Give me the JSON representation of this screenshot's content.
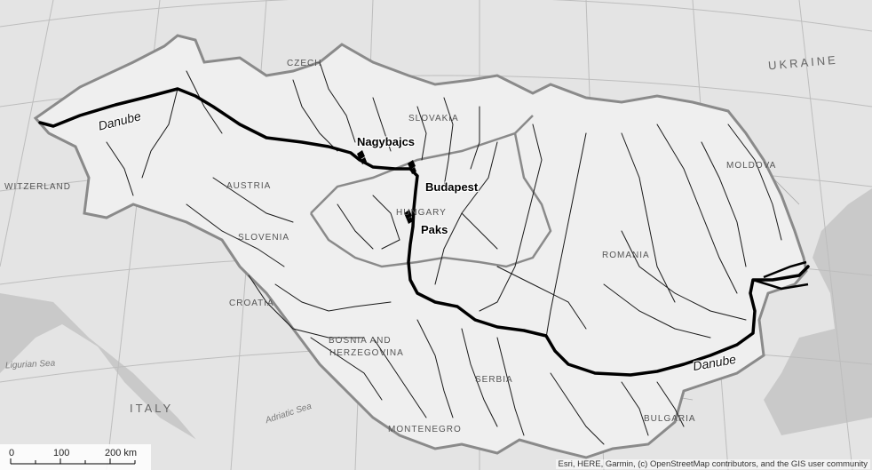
{
  "map": {
    "countries": {
      "czech": "CZECH",
      "ukraine": "UKRAINE",
      "slovakia": "SLOVAKIA",
      "switzerland": "WITZERLAND",
      "austria": "AUSTRIA",
      "hungary": "HUNGARY",
      "moldova": "MOLDOVA",
      "slovenia": "SLOVENIA",
      "romania": "ROMANIA",
      "croatia": "CROATIA",
      "bosnia_1": "BOSNIA AND",
      "bosnia_2": "HERZEGOVINA",
      "italy": "ITALY",
      "serbia": "SERBIA",
      "bulgaria": "BULGARIA",
      "montenegro": "MONTENEGRO"
    },
    "seas": {
      "ligurian": "Ligurian Sea",
      "adriatic": "Adriatic Sea"
    },
    "cities": {
      "nagybajcs": "Nagybajcs",
      "budapest": "Budapest",
      "paks": "Paks"
    },
    "river": {
      "upper": "Danube",
      "lower": "Danube"
    },
    "scale": {
      "labels": [
        "0",
        "100",
        "200 km"
      ]
    },
    "attribution": "Esri, HERE, Garmin, (c) OpenStreetMap contributors, and the GIS user community",
    "colors": {
      "water": "#c9c9c9",
      "land": "#e6e6e6",
      "basin": "#f0f0f0",
      "basin_border": "#808080",
      "river": "#000000"
    }
  }
}
